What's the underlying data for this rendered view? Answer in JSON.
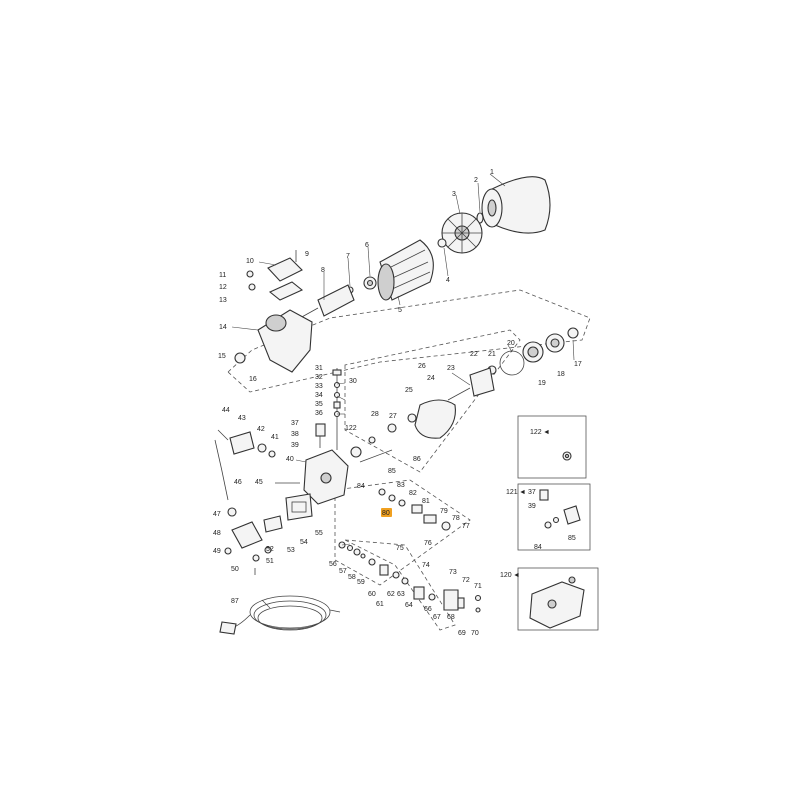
{
  "diagram": {
    "highlight_color": "#f0a020",
    "highlighted_label": "80",
    "inset_titles": [
      "122",
      "121",
      "120"
    ],
    "inset_arrow": "◄",
    "labels": [
      {
        "id": "l1",
        "text": "1"
      },
      {
        "id": "l2",
        "text": "2"
      },
      {
        "id": "l3",
        "text": "3"
      },
      {
        "id": "l4",
        "text": "4"
      },
      {
        "id": "l5",
        "text": "5"
      },
      {
        "id": "l6",
        "text": "6"
      },
      {
        "id": "l7",
        "text": "7"
      },
      {
        "id": "l8",
        "text": "8"
      },
      {
        "id": "l9",
        "text": "9"
      },
      {
        "id": "l10",
        "text": "10"
      },
      {
        "id": "l11",
        "text": "11"
      },
      {
        "id": "l12",
        "text": "12"
      },
      {
        "id": "l13",
        "text": "13"
      },
      {
        "id": "l14",
        "text": "14"
      },
      {
        "id": "l15",
        "text": "15"
      },
      {
        "id": "l16",
        "text": "16"
      },
      {
        "id": "l17",
        "text": "17"
      },
      {
        "id": "l18",
        "text": "18"
      },
      {
        "id": "l19",
        "text": "19"
      },
      {
        "id": "l20",
        "text": "20"
      },
      {
        "id": "l21",
        "text": "21"
      },
      {
        "id": "l22",
        "text": "22"
      },
      {
        "id": "l23",
        "text": "23"
      },
      {
        "id": "l24",
        "text": "24"
      },
      {
        "id": "l25",
        "text": "25"
      },
      {
        "id": "l26",
        "text": "26"
      },
      {
        "id": "l27",
        "text": "27"
      },
      {
        "id": "l28",
        "text": "28"
      },
      {
        "id": "l30",
        "text": "30"
      },
      {
        "id": "l31",
        "text": "31"
      },
      {
        "id": "l32",
        "text": "32"
      },
      {
        "id": "l33",
        "text": "33"
      },
      {
        "id": "l34",
        "text": "34"
      },
      {
        "id": "l35",
        "text": "35"
      },
      {
        "id": "l36",
        "text": "36"
      },
      {
        "id": "l37",
        "text": "37"
      },
      {
        "id": "l38",
        "text": "38"
      },
      {
        "id": "l39",
        "text": "39"
      },
      {
        "id": "l40",
        "text": "40"
      },
      {
        "id": "l41",
        "text": "41"
      },
      {
        "id": "l42",
        "text": "42"
      },
      {
        "id": "l43",
        "text": "43"
      },
      {
        "id": "l44",
        "text": "44"
      },
      {
        "id": "l45",
        "text": "45"
      },
      {
        "id": "l46",
        "text": "46"
      },
      {
        "id": "l47",
        "text": "47"
      },
      {
        "id": "l48",
        "text": "48"
      },
      {
        "id": "l49",
        "text": "49"
      },
      {
        "id": "l50",
        "text": "50"
      },
      {
        "id": "l51",
        "text": "51"
      },
      {
        "id": "l52",
        "text": "52"
      },
      {
        "id": "l53",
        "text": "53"
      },
      {
        "id": "l54",
        "text": "54"
      },
      {
        "id": "l55",
        "text": "55"
      },
      {
        "id": "l56",
        "text": "56"
      },
      {
        "id": "l57",
        "text": "57"
      },
      {
        "id": "l58",
        "text": "58"
      },
      {
        "id": "l59",
        "text": "59"
      },
      {
        "id": "l60",
        "text": "60"
      },
      {
        "id": "l61",
        "text": "61"
      },
      {
        "id": "l62",
        "text": "62"
      },
      {
        "id": "l63",
        "text": "63"
      },
      {
        "id": "l64",
        "text": "64"
      },
      {
        "id": "l66",
        "text": "66"
      },
      {
        "id": "l67",
        "text": "67"
      },
      {
        "id": "l68",
        "text": "68"
      },
      {
        "id": "l69",
        "text": "69"
      },
      {
        "id": "l70",
        "text": "70"
      },
      {
        "id": "l71",
        "text": "71"
      },
      {
        "id": "l72",
        "text": "72"
      },
      {
        "id": "l73",
        "text": "73"
      },
      {
        "id": "l74",
        "text": "74"
      },
      {
        "id": "l75",
        "text": "75"
      },
      {
        "id": "l76",
        "text": "76"
      },
      {
        "id": "l77",
        "text": "77"
      },
      {
        "id": "l78",
        "text": "78"
      },
      {
        "id": "l79",
        "text": "79"
      },
      {
        "id": "l80",
        "text": "80"
      },
      {
        "id": "l81",
        "text": "81"
      },
      {
        "id": "l82",
        "text": "82"
      },
      {
        "id": "l83",
        "text": "83"
      },
      {
        "id": "l84",
        "text": "84"
      },
      {
        "id": "l85",
        "text": "85"
      },
      {
        "id": "l86",
        "text": "86"
      },
      {
        "id": "l87",
        "text": "87"
      },
      {
        "id": "l122",
        "text": "122"
      },
      {
        "id": "i121a",
        "text": "121"
      },
      {
        "id": "i37",
        "text": "37"
      },
      {
        "id": "i39",
        "text": "39"
      },
      {
        "id": "i84",
        "text": "84"
      },
      {
        "id": "i85",
        "text": "85"
      },
      {
        "id": "i120",
        "text": "120"
      },
      {
        "id": "i122",
        "text": "122"
      }
    ]
  }
}
